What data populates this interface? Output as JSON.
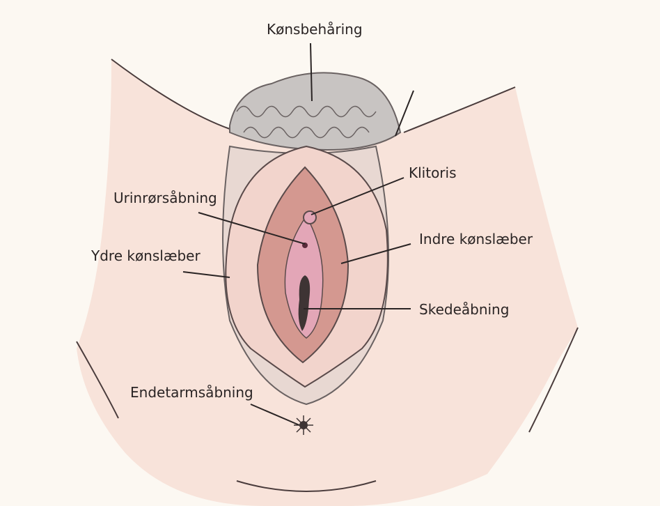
{
  "diagram": {
    "labels": {
      "pubic_hair": "Kønsbehåring",
      "clitoris": "Klitoris",
      "urethral_opening": "Urinrørsåbning",
      "inner_labia": "Indre kønslæber",
      "outer_labia": "Ydre kønslæber",
      "vaginal_opening": "Skedeåbning",
      "anus": "Endetarmsåbning"
    },
    "colors": {
      "background": "#fcf8f2",
      "skin": "#f8e3da",
      "outer_labia": "#f2d4cc",
      "inner_labia": "#d49890",
      "vestibule": "#e3a6b7",
      "hair": "#c8c4c2",
      "outline": "#5a4a4a"
    }
  }
}
